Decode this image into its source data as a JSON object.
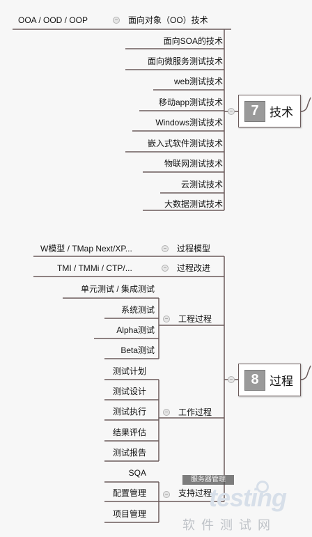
{
  "technology": {
    "number": "7",
    "title": "技术",
    "oo_group": {
      "label": "面向对象（OO）技术",
      "child": "OOA / OOD / OOP"
    },
    "items": [
      "面向SOA的技术",
      "面向微服务测试技术",
      "web测试技术",
      "移动app测试技术",
      "Windows测试技术",
      "嵌入式软件测试技术",
      "物联网测试技术",
      "云测试技术",
      "大数据测试技术"
    ]
  },
  "process": {
    "number": "8",
    "title": "过程",
    "model": {
      "label": "过程模型",
      "child": "W模型 / TMap Next/XP..."
    },
    "improvement": {
      "label": "过程改进",
      "child": "TMI / TMMi / CTP/..."
    },
    "engineering": {
      "label": "工程过程",
      "items": [
        "单元测试 / 集成测试",
        "系统测试",
        "Alpha测试",
        "Beta测试"
      ]
    },
    "work": {
      "label": "工作过程",
      "items": [
        "测试计划",
        "测试设计",
        "测试执行",
        "结果评估",
        "测试报告"
      ]
    },
    "support": {
      "label": "支持过程",
      "items": [
        "SQA",
        "配置管理",
        "项目管理"
      ]
    }
  },
  "watermark": {
    "bar_text": "服务器管理",
    "logo": "testing",
    "sub": "软件测试网"
  },
  "colors": {
    "line": "#6b5b5b",
    "badge": "#9a9a9a",
    "background": "#f7f7f7"
  }
}
